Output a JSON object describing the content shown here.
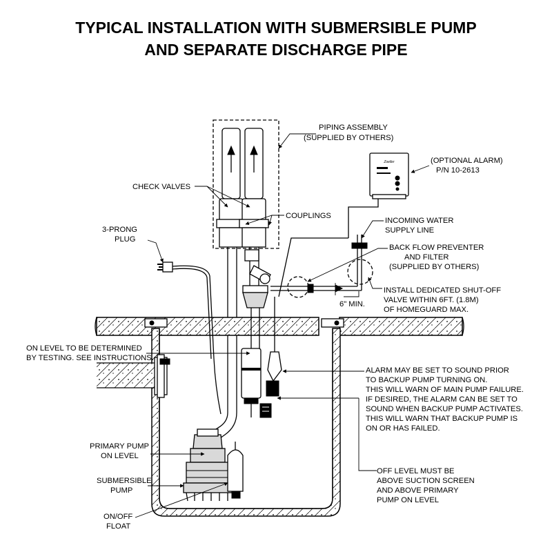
{
  "title": {
    "line1": "TYPICAL INSTALLATION WITH SUBMERSIBLE PUMP",
    "line2": "AND SEPARATE DISCHARGE PIPE"
  },
  "labels": {
    "piping_assembly": [
      "PIPING ASSEMBLY",
      "(SUPPLIED BY OTHERS)"
    ],
    "optional_alarm": [
      "(OPTIONAL ALARM)",
      "P/N 10-2613"
    ],
    "check_valves": "CHECK VALVES",
    "couplings": "COUPLINGS",
    "incoming_water": [
      "INCOMING WATER",
      "SUPPLY LINE"
    ],
    "three_prong_plug": [
      "3-PRONG",
      "PLUG"
    ],
    "back_flow_preventer": [
      "BACK FLOW PREVENTER",
      "AND FILTER",
      "(SUPPLIED BY OTHERS)"
    ],
    "shut_off_valve": [
      "INSTALL DEDICATED SHUT-OFF",
      "VALVE WITHIN 6FT. (1.8M)",
      "OF HOMEGUARD MAX."
    ],
    "six_inch_min": "6\" MIN.",
    "on_level": [
      "ON LEVEL TO BE DETERMINED",
      "BY TESTING. SEE INSTRUCTIONS."
    ],
    "alarm_note": [
      "ALARM MAY BE SET TO SOUND PRIOR",
      "TO BACKUP PUMP TURNING ON.",
      "THIS WILL WARN OF MAIN PUMP FAILURE.",
      "IF DESIRED, THE ALARM CAN BE SET TO",
      "SOUND WHEN BACKUP PUMP ACTIVATES.",
      "THIS WILL WARN THAT BACKUP PUMP IS",
      "ON OR HAS FAILED."
    ],
    "primary_pump_on_level": [
      "PRIMARY PUMP",
      "ON LEVEL"
    ],
    "off_level": [
      "OFF LEVEL MUST BE",
      "ABOVE SUCTION SCREEN",
      "AND ABOVE PRIMARY",
      "PUMP ON LEVEL"
    ],
    "submersible_pump": [
      "SUBMERSIBLE",
      "PUMP"
    ],
    "on_off_float": [
      "ON/OFF",
      "FLOAT"
    ],
    "alarm_brand": "Zoeller"
  }
}
